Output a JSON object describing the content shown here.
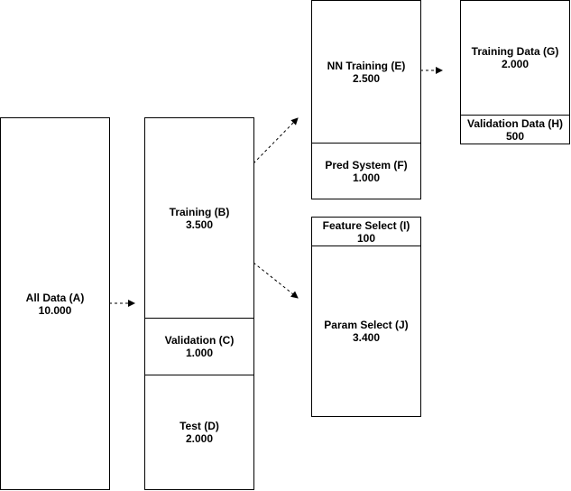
{
  "nodes": {
    "A": {
      "name": "All Data (A)",
      "value": "10.000"
    },
    "B": {
      "name": "Training (B)",
      "value": "3.500"
    },
    "C": {
      "name": "Validation (C)",
      "value": "1.000"
    },
    "D": {
      "name": "Test (D)",
      "value": "2.000"
    },
    "E": {
      "name": "NN Training (E)",
      "value": "2.500"
    },
    "F": {
      "name": "Pred System (F)",
      "value": "1.000"
    },
    "G": {
      "name": "Training Data (G)",
      "value": "2.000"
    },
    "H": {
      "name": "Validation Data (H)",
      "value": "500"
    },
    "I": {
      "name": "Feature Select (I)",
      "value": "100"
    },
    "J": {
      "name": "Param Select (J)",
      "value": "3.400"
    }
  },
  "edges": [
    {
      "from": "A",
      "to": "B"
    },
    {
      "from": "B",
      "to": "E"
    },
    {
      "from": "B",
      "to": "J"
    },
    {
      "from": "E",
      "to": "G"
    }
  ],
  "colors": {
    "stroke": "#000000",
    "fill": "#ffffff"
  }
}
